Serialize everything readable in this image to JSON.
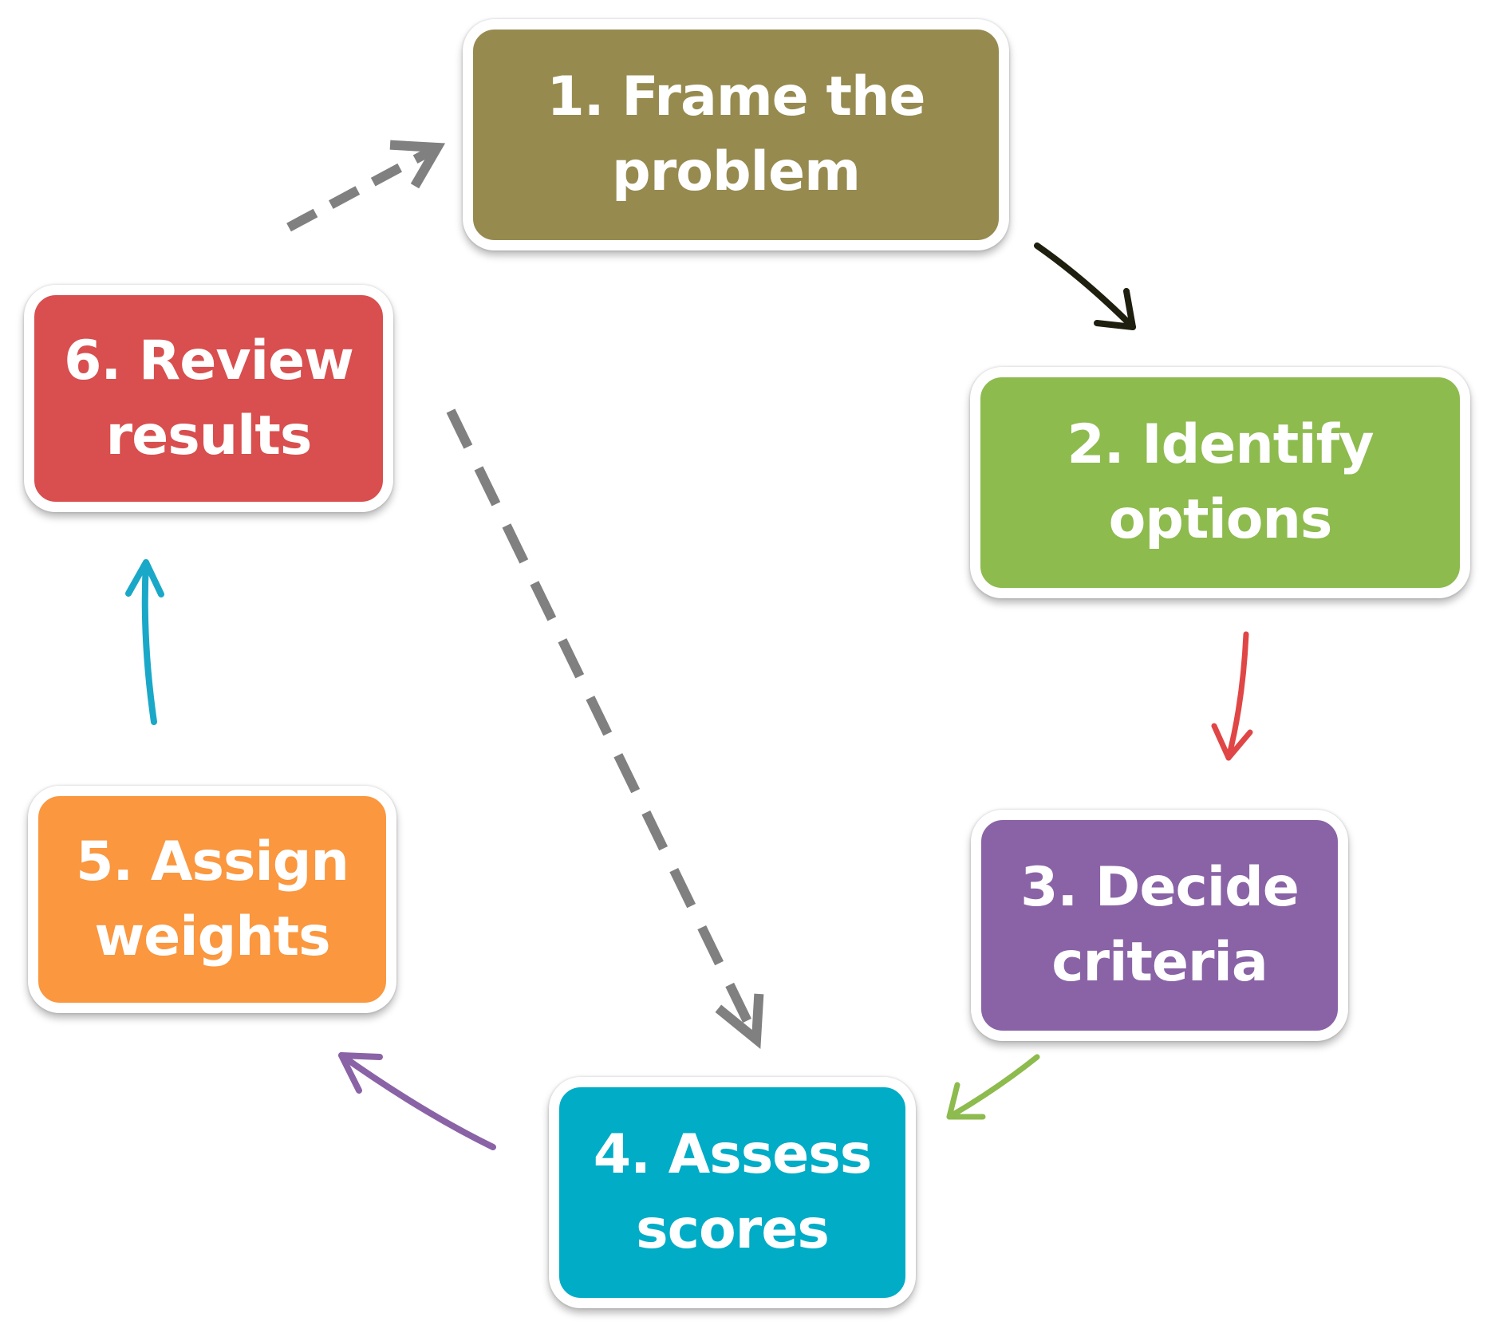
{
  "colors": {
    "step1": "#968a4f",
    "step2": "#8dbb4e",
    "step3": "#8a63a6",
    "step4": "#00acc6",
    "step5": "#fa973f",
    "step6": "#d94e4e",
    "arrow_1_to_2": "#1f1f10",
    "arrow_2_to_3": "#e04646",
    "arrow_3_to_4": "#8dbb4e",
    "arrow_4_to_5": "#8a63a6",
    "arrow_5_to_6": "#1aa8c8",
    "dashed_arrows": "#808080"
  },
  "steps": [
    {
      "line1": "1. Frame the",
      "line2": "problem"
    },
    {
      "line1": "2. Identify",
      "line2": "options"
    },
    {
      "line1": "3. Decide",
      "line2": "criteria"
    },
    {
      "line1": "4. Assess",
      "line2": "scores"
    },
    {
      "line1": "5. Assign",
      "line2": "weights"
    },
    {
      "line1": "6. Review",
      "line2": "results"
    }
  ]
}
